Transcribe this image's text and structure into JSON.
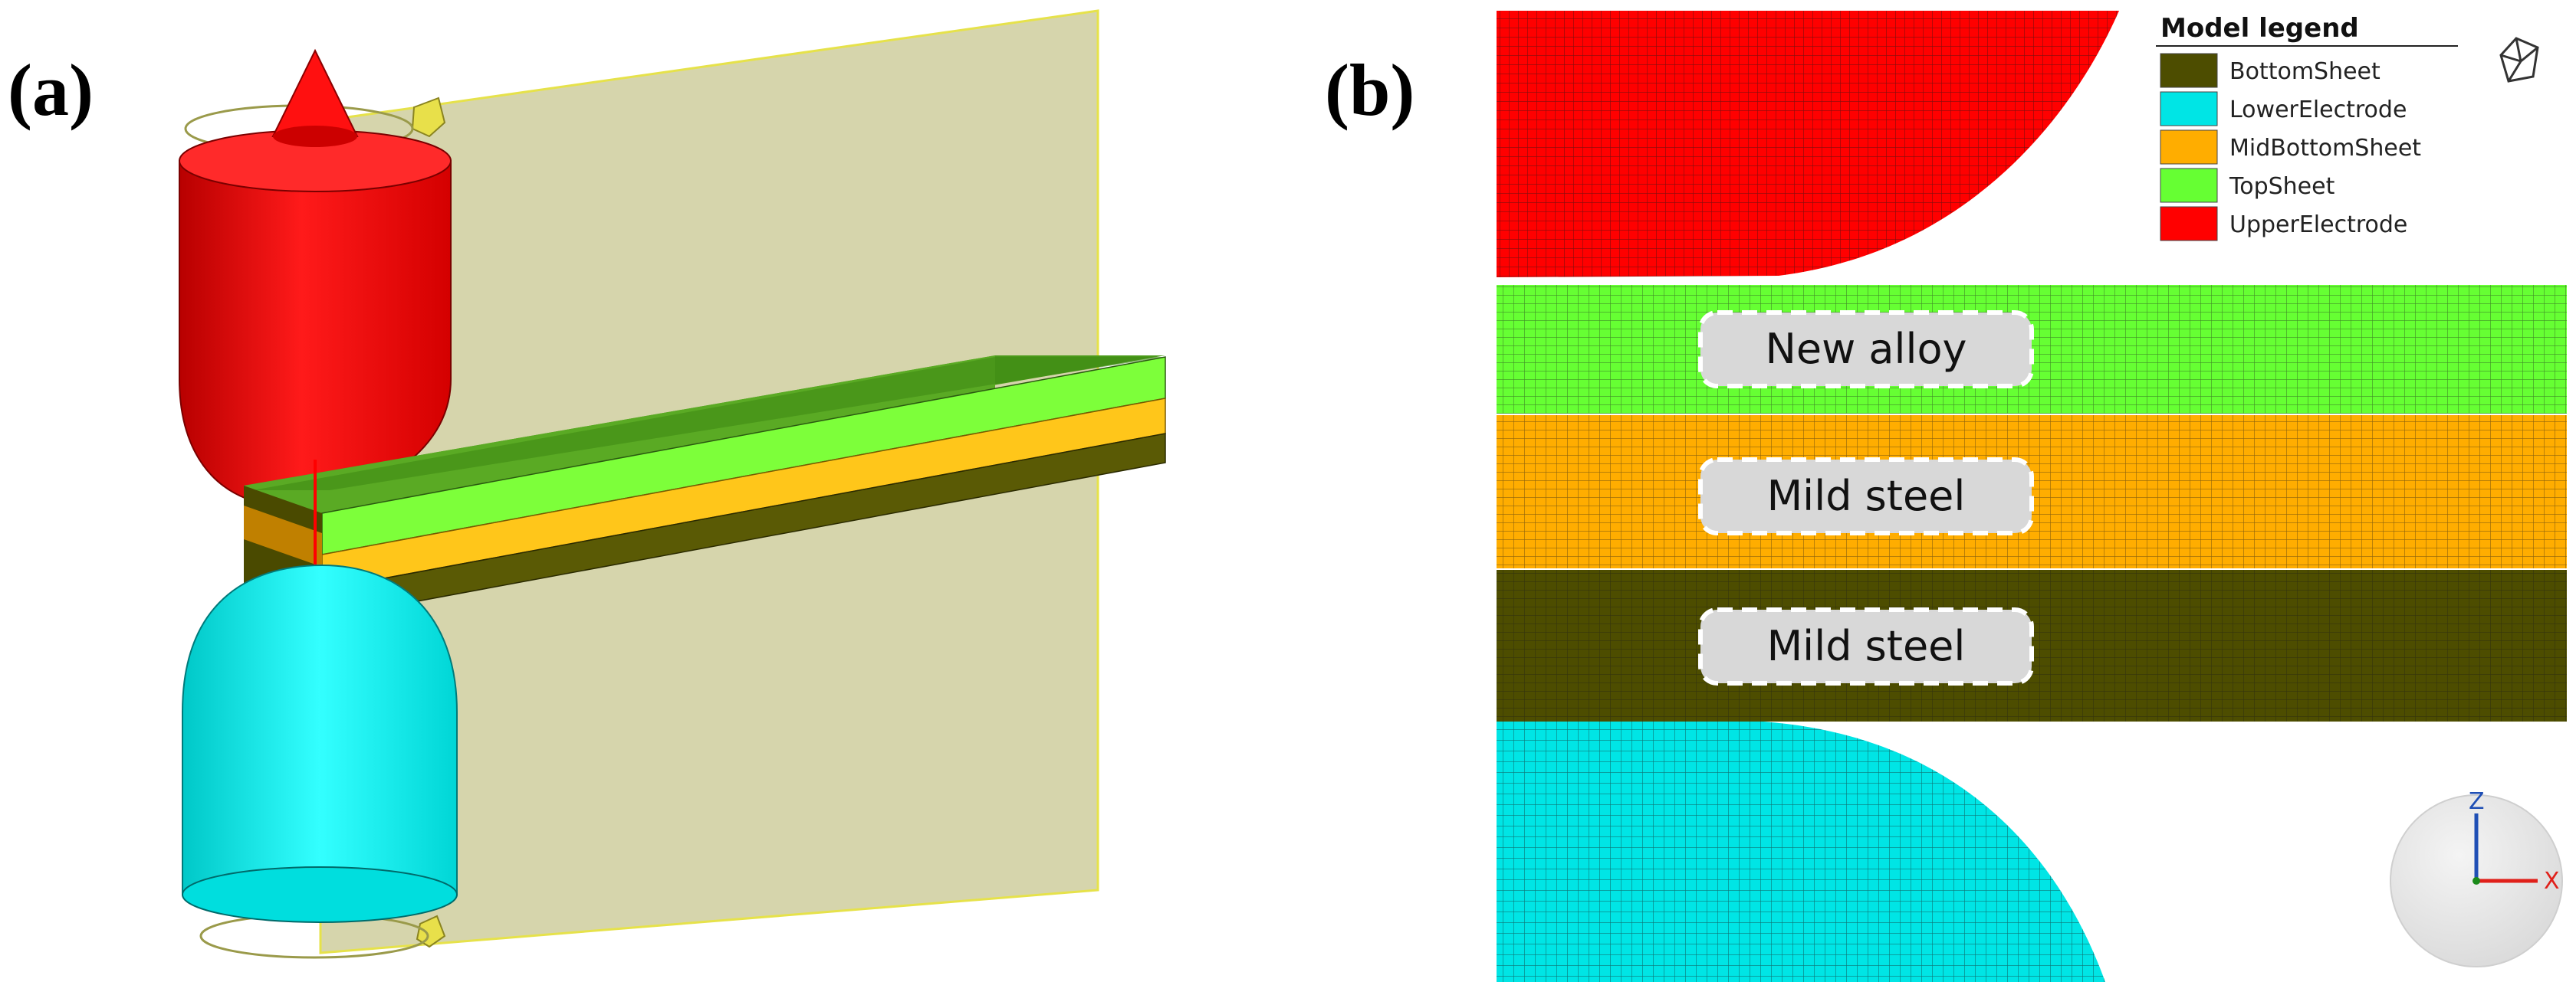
{
  "panel_a": {
    "label": "(a)"
  },
  "panel_b": {
    "label": "(b)"
  },
  "legend": {
    "title": "Model legend",
    "items": [
      {
        "name": "BottomSheet",
        "color": "#4d4d00"
      },
      {
        "name": "LowerElectrode",
        "color": "#00e5e5"
      },
      {
        "name": "MidBottomSheet",
        "color": "#ffad00"
      },
      {
        "name": "TopSheet",
        "color": "#66ff33"
      },
      {
        "name": "UpperElectrode",
        "color": "#ff0000"
      }
    ]
  },
  "materials": {
    "top": "New alloy",
    "mid": "Mild steel",
    "bottom": "Mild steel"
  },
  "axes": {
    "z": "Z",
    "x": "X"
  },
  "colors": {
    "upper_electrode": "#ff0000",
    "lower_electrode": "#00e5e5",
    "top_sheet": "#66ff33",
    "mid_sheet": "#ffad00",
    "bottom_sheet": "#4d4d00",
    "symmetry_plane": "#d6d5ac",
    "mesh_line": "#1a1a1a"
  }
}
